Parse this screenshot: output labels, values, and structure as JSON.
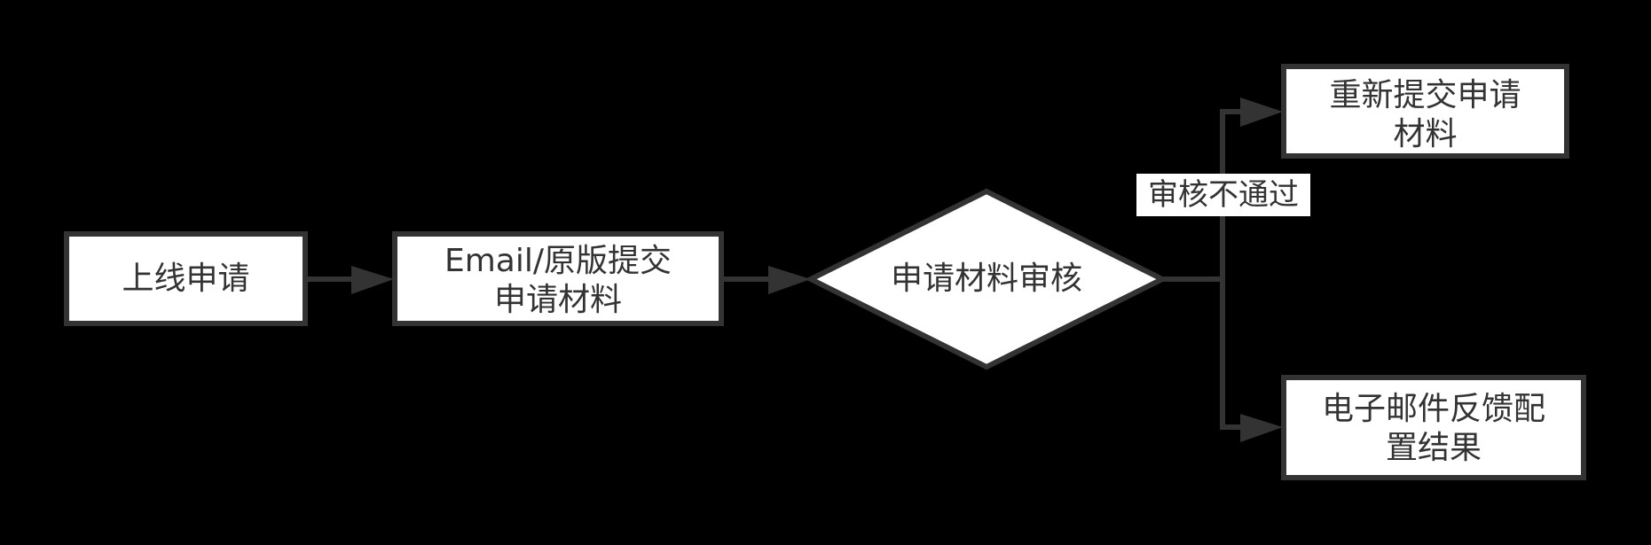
{
  "diagram": {
    "type": "flowchart",
    "background": "#000000",
    "stroke_color": "#333333",
    "fill_color": "#ffffff",
    "nodes": [
      {
        "id": "n1",
        "shape": "rectangle",
        "label": "上线申请"
      },
      {
        "id": "n2",
        "shape": "rectangle",
        "label_line1": "Email/原版提交",
        "label_line2": "申请材料"
      },
      {
        "id": "n3",
        "shape": "diamond",
        "label": "申请材料审核"
      },
      {
        "id": "n4",
        "shape": "rectangle",
        "label_line1": "重新提交申请",
        "label_line2": "材料"
      },
      {
        "id": "n5",
        "shape": "rectangle",
        "label_line1": "电子邮件反馈配",
        "label_line2": "置结果"
      }
    ],
    "edges": [
      {
        "from": "n1",
        "to": "n2",
        "label": ""
      },
      {
        "from": "n2",
        "to": "n3",
        "label": ""
      },
      {
        "from": "n3",
        "to": "n4",
        "label": "审核不通过"
      },
      {
        "from": "n3",
        "to": "n5",
        "label": ""
      }
    ]
  }
}
